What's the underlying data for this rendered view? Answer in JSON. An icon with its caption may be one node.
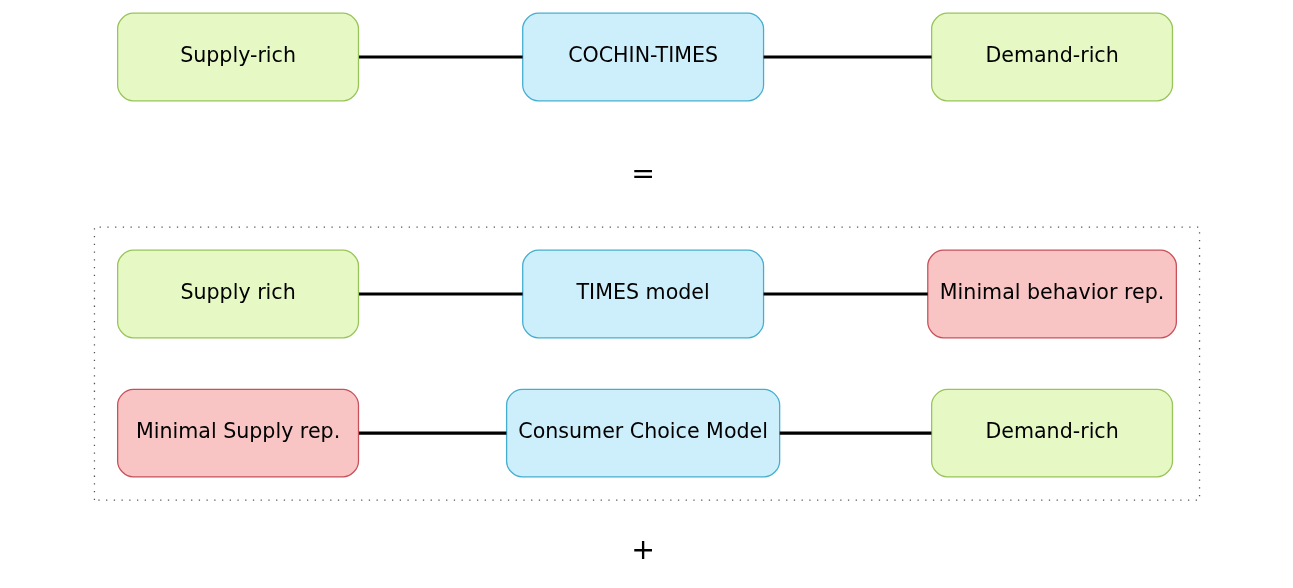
{
  "diagram": {
    "nodes": [
      {
        "text": [],
        "shape": "box"
      },
      {
        "text": [
          "Minimal Supply rep."
        ],
        "in": 0
      },
      {
        "text": [
          "Consumer Choice Model"
        ],
        "in": 0
      },
      {
        "text": [
          "Demand-rich"
        ],
        "in": 0
      },
      {
        "text": [
          "Supply rich"
        ],
        "in": 0
      },
      {
        "text": [
          "TIMES model"
        ],
        "in": 0
      },
      {
        "text": [
          "Minimal behavior rep."
        ],
        "in": 0
      },
      {
        "text": [
          "Supply-rich"
        ]
      },
      {
        "text": [
          "COCHIN-TIMES"
        ]
      },
      {
        "text": [
          "Demand-rich"
        ]
      }
    ],
    "edges": [
      {
        "from": 1,
        "to": 2,
        "arrow": "none"
      },
      {
        "from": 2,
        "to": 3,
        "arrow": "none"
      },
      {
        "from": 4,
        "to": 5,
        "arrow": "none"
      },
      {
        "from": 5,
        "to": 6,
        "arrow": "none"
      },
      {
        "from": 7,
        "to": 8,
        "arrow": "none"
      },
      {
        "from": 8,
        "to": 9,
        "arrow": "none"
      }
    ],
    "labels": [
      "+",
      "="
    ]
  }
}
